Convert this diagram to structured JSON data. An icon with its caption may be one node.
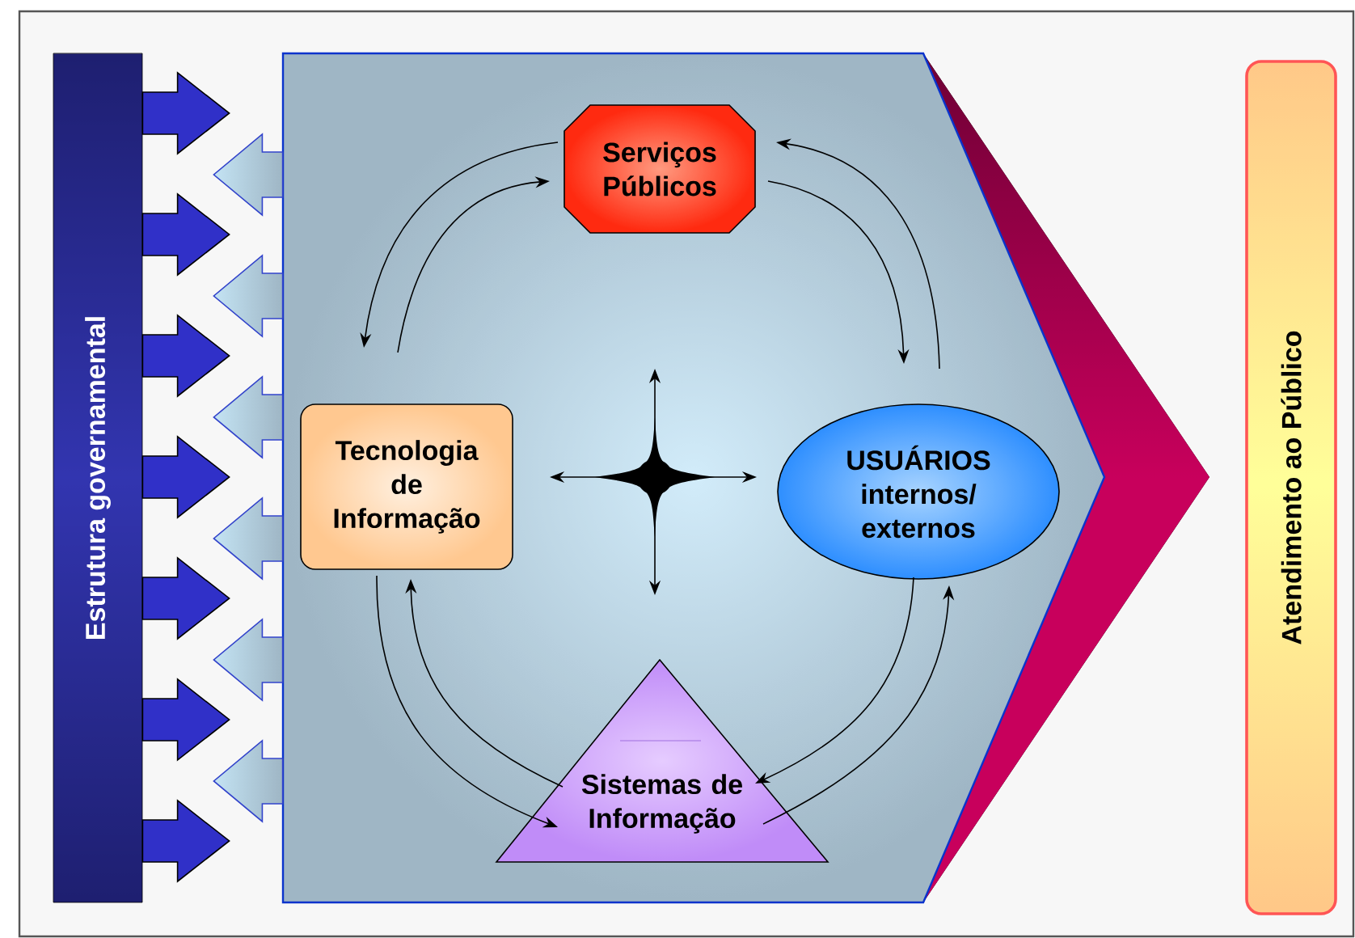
{
  "diagram": {
    "nodes": [
      {
        "text": [
          "Estrutura governamental"
        ]
      },
      {
        "text": [],
        "shape": "hexagon"
      },
      {
        "text": [
          "Serviços Públicos"
        ],
        "in": 1
      },
      {
        "text": [
          "Tecnologia de Informação"
        ],
        "in": 1
      },
      {
        "text": [
          "USUÁRIOS internos/ externos"
        ],
        "in": 1
      },
      {
        "text": [
          "Sistemas de Informação"
        ],
        "in": 1
      },
      {
        "text": [],
        "shape": "circle",
        "in": 1
      },
      {
        "text": [
          "Atendimento ao Público"
        ]
      }
    ],
    "edges": [
      {
        "from": 0,
        "to": 1,
        "arrow": "to"
      },
      {
        "from": 0,
        "to": 1,
        "arrow": "to"
      },
      {
        "from": 0,
        "to": 1,
        "arrow": "to"
      },
      {
        "from": 0,
        "to": 1,
        "arrow": "to"
      },
      {
        "from": 0,
        "to": 1,
        "arrow": "to"
      },
      {
        "from": 0,
        "to": 1,
        "arrow": "to"
      },
      {
        "from": 0,
        "to": 1,
        "arrow": "to"
      },
      {
        "from": 1,
        "to": 0,
        "arrow": "to"
      },
      {
        "from": 1,
        "to": 0,
        "arrow": "to"
      },
      {
        "from": 1,
        "to": 0,
        "arrow": "to"
      },
      {
        "from": 1,
        "to": 0,
        "arrow": "to"
      },
      {
        "from": 1,
        "to": 0,
        "arrow": "to"
      },
      {
        "from": 1,
        "to": 0,
        "arrow": "to"
      },
      {
        "from": 2,
        "to": 3,
        "arrow": "to"
      },
      {
        "from": 3,
        "to": 2,
        "arrow": "to"
      },
      {
        "from": 4,
        "to": 2,
        "arrow": "to"
      },
      {
        "from": 2,
        "to": 4,
        "arrow": "to"
      },
      {
        "from": 4,
        "to": 5,
        "arrow": "to"
      },
      {
        "from": 5,
        "to": 4,
        "arrow": "to"
      },
      {
        "from": 3,
        "to": 5,
        "arrow": "to"
      },
      {
        "from": 5,
        "to": 3,
        "arrow": "to"
      },
      {
        "from": 6,
        "to": null,
        "arrow": "to"
      },
      {
        "from": 6,
        "to": null,
        "arrow": "to"
      },
      {
        "from": 6,
        "to": null,
        "arrow": "to"
      },
      {
        "from": 6,
        "to": null,
        "arrow": "to"
      }
    ]
  }
}
